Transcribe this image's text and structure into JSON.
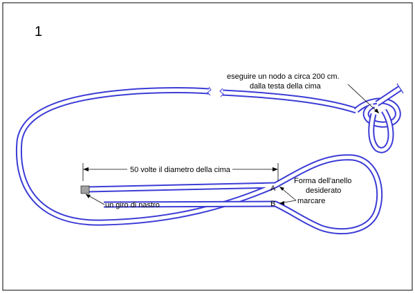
{
  "figure_number": "1",
  "labels": {
    "knot_line1": "eseguire un nodo a circa 200 cm.",
    "knot_line2": "dalla testa della cima",
    "length": "50 volte il diametro della cima",
    "tape": "un giro di nastro",
    "point_a": "A",
    "point_b": "B",
    "mark": "marcare",
    "loop_line1": "Forma dell'anello",
    "loop_line2": "desiderato"
  },
  "colors": {
    "rope": "#3b3bd6",
    "ink": "#000000",
    "tape": "#555555"
  }
}
